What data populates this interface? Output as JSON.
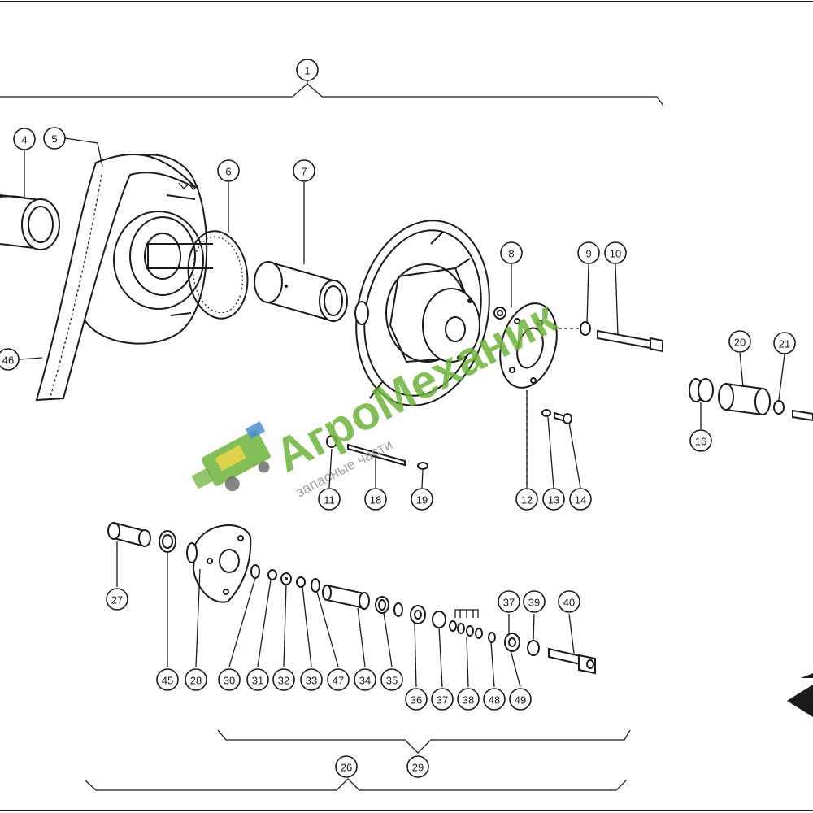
{
  "watermark": {
    "brand": "АгроМеханик",
    "tagline": "запасные части",
    "brand_color": "#6fb33b",
    "logo_icon": "combine-harvester-icon"
  },
  "callouts": [
    "1",
    "4",
    "5",
    "6",
    "7",
    "8",
    "9",
    "10",
    "11",
    "12",
    "13",
    "14",
    "16",
    "18",
    "19",
    "20",
    "21",
    "26",
    "27",
    "28",
    "29",
    "30",
    "31",
    "32",
    "33",
    "34",
    "35",
    "36",
    "37",
    "37",
    "38",
    "39",
    "40",
    "45",
    "46",
    "47",
    "48",
    "49"
  ],
  "colors": {
    "line": "#1a1a1a",
    "background": "#ffffff"
  }
}
